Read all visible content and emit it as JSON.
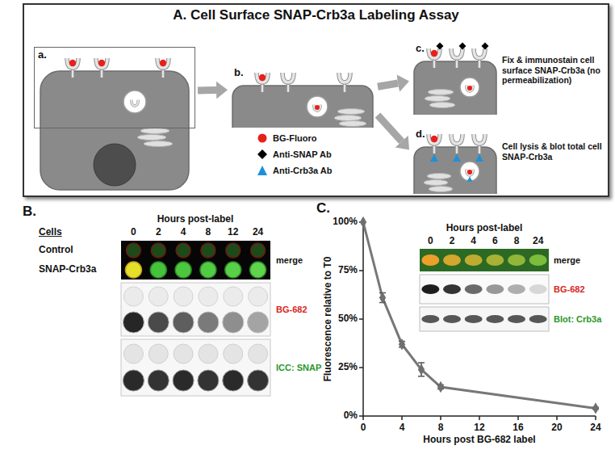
{
  "diagram": {
    "nodes": [
      {
        "text": [
          "A. Cell Surface SNAP-Crb3a Labeling Assay"
        ]
      },
      {
        "text": [
          "a."
        ],
        "in": 0
      },
      {
        "text": [
          "b."
        ],
        "in": 0
      },
      {
        "text": [
          "c."
        ],
        "in": 0
      },
      {
        "text": [
          "d."
        ],
        "in": 0
      }
    ],
    "edges": [
      {
        "from": 1,
        "to": 2,
        "arrow": "to"
      },
      {
        "from": 2,
        "to": 3,
        "arrow": "to"
      },
      {
        "from": 2,
        "to": 4,
        "arrow": "to"
      }
    ],
    "labels": [
      "B.",
      "Hours post-label",
      "0",
      "2",
      "4",
      "8",
      "12",
      "24",
      "Cells",
      "Control",
      "SNAP-Crb3a",
      "merge",
      "BG-682",
      "ICC: SNAP",
      "C.",
      "100%",
      "75%",
      "50%",
      "25%",
      "0%",
      "0",
      "4",
      "8",
      "12",
      "16",
      "20",
      "24",
      "Fluorescence relative to T0",
      "Hours post BG-682 label",
      "Hours post-label",
      "0",
      "2",
      "4",
      "6",
      "8",
      "24",
      "merge",
      "BG-682",
      "Blot: Crb3a",
      "Fix & immunostain cell surface SNAP-Crb3a (no permeabilization)",
      "Cell lysis & blot total cell SNAP-Crb3a"
    ],
    "legend": [
      {
        "text": "BG-Fluoro"
      },
      {
        "text": "Anti-SNAP Ab"
      },
      {
        "text": "Anti-Crb3a Ab"
      }
    ]
  }
}
